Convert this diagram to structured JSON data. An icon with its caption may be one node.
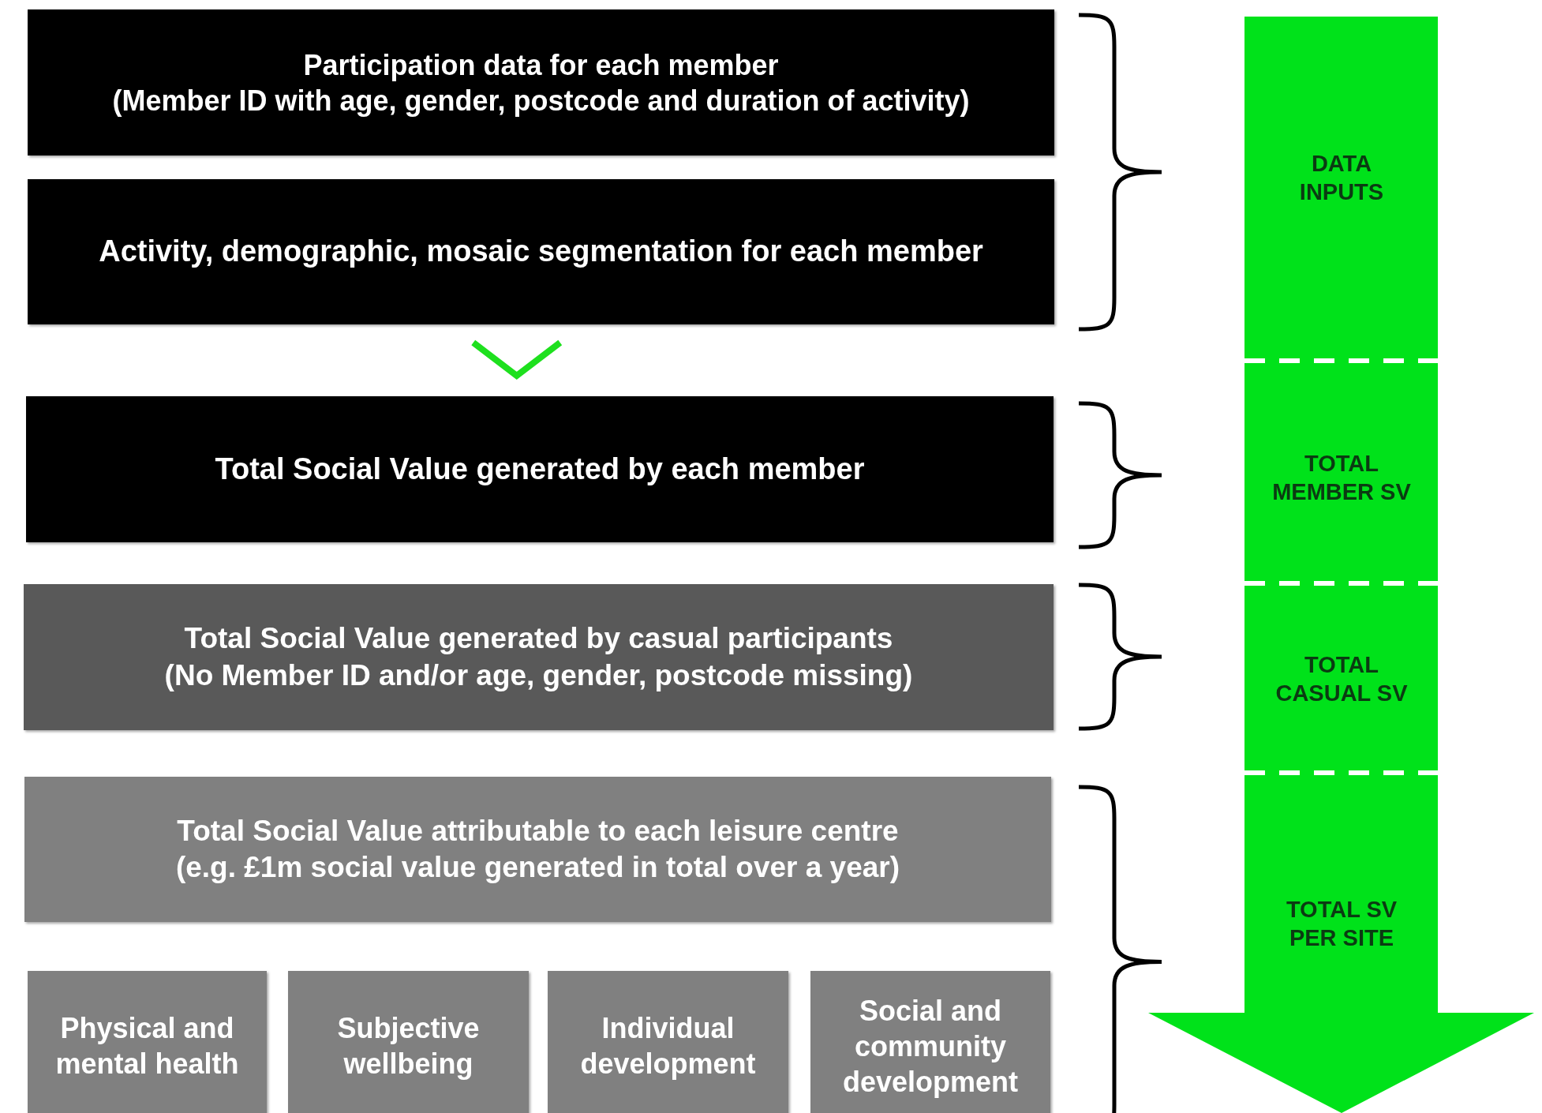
{
  "diagram": {
    "nodes": [
      {
        "text": [
          "Participation data for each member",
          "(Member ID with age, gender, postcode and duration of activity)"
        ]
      },
      {
        "text": [
          "Activity, demographic, mosaic segmentation for each member"
        ]
      },
      {
        "text": [
          "Total Social Value generated by each member"
        ]
      },
      {
        "text": [
          "Total Social Value generated by casual participants",
          "(No Member ID and/or age, gender, postcode missing)"
        ]
      },
      {
        "text": [
          "Total Social Value attributable to each leisure centre",
          "(e.g. £1m social value generated in total over a year)"
        ]
      },
      {
        "text": [
          "Physical and mental health"
        ]
      },
      {
        "text": [
          "Subjective wellbeing"
        ]
      },
      {
        "text": [
          "Individual development"
        ]
      },
      {
        "text": [
          "Social and community development"
        ]
      },
      {
        "text": [
          "DATA INPUTS"
        ]
      },
      {
        "text": [
          "TOTAL MEMBER SV"
        ]
      },
      {
        "text": [
          "TOTAL CASUAL SV"
        ]
      },
      {
        "text": [
          "TOTAL SV PER SITE"
        ]
      }
    ],
    "edges": [
      {
        "from": 1,
        "to": 2,
        "arrow": "to",
        "color": "#1ee01e"
      }
    ]
  }
}
